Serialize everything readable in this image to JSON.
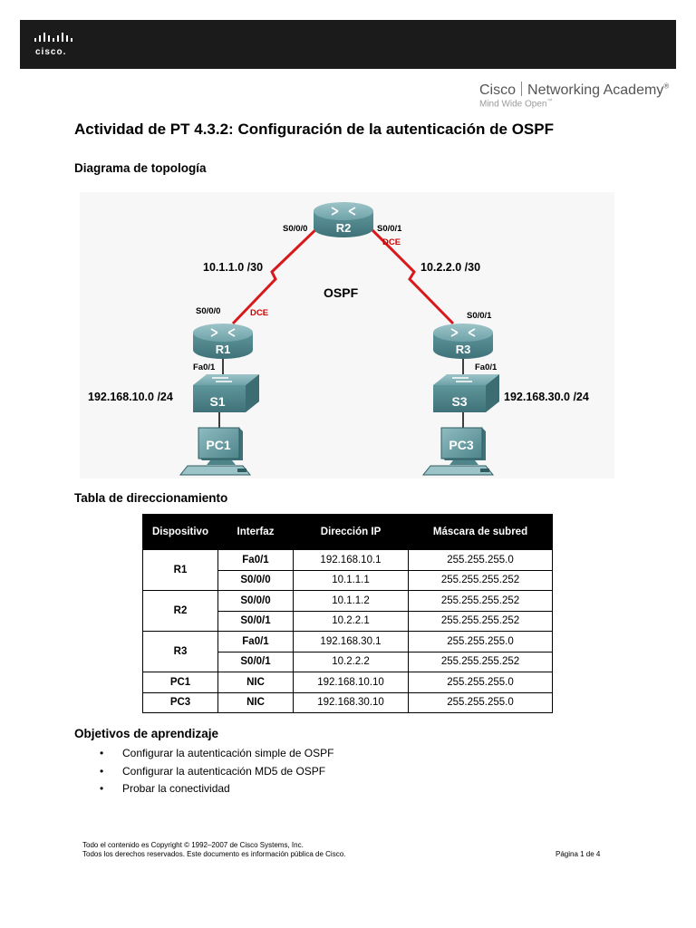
{
  "header": {
    "logo_word": "cisco.",
    "academy_brand": "Cisco",
    "academy_name": "Networking Academy",
    "academy_mark": "®",
    "academy_tagline": "Mind Wide Open",
    "academy_tagline_mark": "™"
  },
  "title": "Actividad de PT 4.3.2: Configuración de la autenticación de OSPF",
  "topology": {
    "heading": "Diagrama de topología",
    "routers": {
      "r1": "R1",
      "r2": "R2",
      "r3": "R3"
    },
    "switches": {
      "s1": "S1",
      "s3": "S3"
    },
    "pcs": {
      "pc1": "PC1",
      "pc3": "PC3"
    },
    "interfaces": {
      "r2_left": "S0/0/0",
      "r2_right": "S0/0/1",
      "r1_serial": "S0/0/0",
      "r3_serial": "S0/0/1",
      "r1_fa": "Fa0/1",
      "r3_fa": "Fa0/1"
    },
    "dce": {
      "r2": "DCE",
      "r1": "DCE"
    },
    "networks": {
      "left_link": "10.1.1.0 /30",
      "right_link": "10.2.2.0 /30",
      "lan_left": "192.168.10.0 /24",
      "lan_right": "192.168.30.0 /24"
    },
    "protocol": "OSPF",
    "colors": {
      "link": "#d8191c",
      "device": "#5b8f96",
      "dce": "#cc0000"
    }
  },
  "addressing": {
    "heading": "Tabla de direccionamiento",
    "columns": [
      "Dispositivo",
      "Interfaz",
      "Dirección IP",
      "Máscara de subred"
    ],
    "rows": [
      {
        "device": "R1",
        "iface": "Fa0/1",
        "ip": "192.168.10.1",
        "mask": "255.255.255.0"
      },
      {
        "device": "",
        "iface": "S0/0/0",
        "ip": "10.1.1.1",
        "mask": "255.255.255.252"
      },
      {
        "device": "R2",
        "iface": "S0/0/0",
        "ip": "10.1.1.2",
        "mask": "255.255.255.252"
      },
      {
        "device": "",
        "iface": "S0/0/1",
        "ip": "10.2.2.1",
        "mask": "255.255.255.252"
      },
      {
        "device": "R3",
        "iface": "Fa0/1",
        "ip": "192.168.30.1",
        "mask": "255.255.255.0"
      },
      {
        "device": "",
        "iface": "S0/0/1",
        "ip": "10.2.2.2",
        "mask": "255.255.255.252"
      },
      {
        "device": "PC1",
        "iface": "NIC",
        "ip": "192.168.10.10",
        "mask": "255.255.255.0"
      },
      {
        "device": "PC3",
        "iface": "NIC",
        "ip": "192.168.30.10",
        "mask": "255.255.255.0"
      }
    ]
  },
  "objectives": {
    "heading": "Objetivos de aprendizaje",
    "items": [
      "Configurar la autenticación simple de OSPF",
      "Configurar la autenticación MD5 de OSPF",
      "Probar la conectividad"
    ]
  },
  "footer": {
    "line1": "Todo el contenido es Copyright © 1992–2007 de Cisco Systems, Inc.",
    "line2": "Todos los derechos reservados. Este documento es información pública de Cisco.",
    "page": "Página 1 de 4"
  }
}
